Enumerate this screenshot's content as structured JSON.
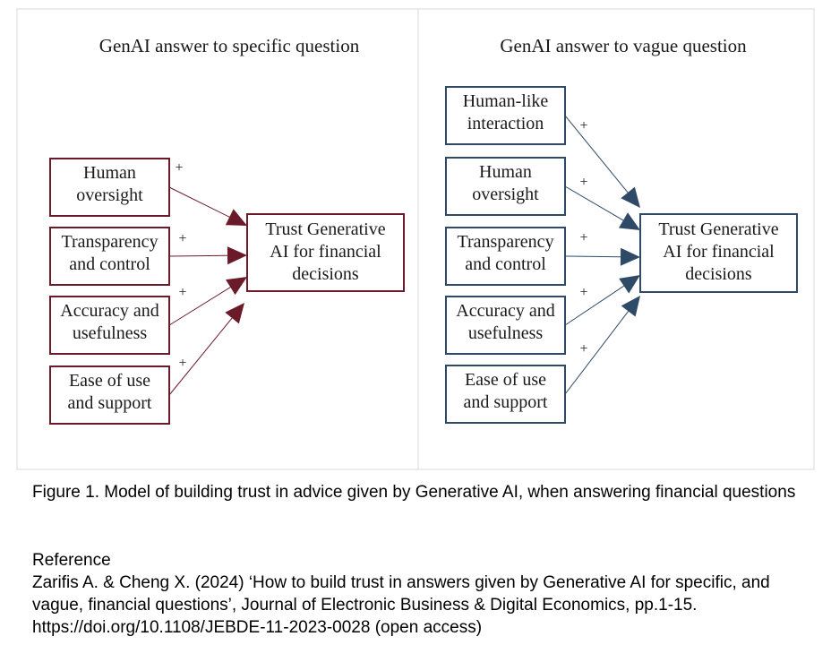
{
  "panels": [
    {
      "title": "GenAI answer to specific question",
      "color": "#6b1a2a",
      "factors": [
        {
          "lines": [
            "Human",
            "oversight"
          ],
          "sign": "+"
        },
        {
          "lines": [
            "Transparency",
            "and control"
          ],
          "sign": "+"
        },
        {
          "lines": [
            "Accuracy and",
            "usefulness"
          ],
          "sign": "+"
        },
        {
          "lines": [
            "Ease of use",
            "and support"
          ],
          "sign": "+"
        }
      ],
      "outcome": [
        "Trust Generative",
        "AI for financial",
        "decisions"
      ]
    },
    {
      "title": "GenAI answer to vague question",
      "color": "#2e4a66",
      "factors": [
        {
          "lines": [
            "Human-like",
            "interaction"
          ],
          "sign": "+"
        },
        {
          "lines": [
            "Human",
            "oversight"
          ],
          "sign": "+"
        },
        {
          "lines": [
            "Transparency",
            "and control"
          ],
          "sign": "+"
        },
        {
          "lines": [
            "Accuracy and",
            "usefulness"
          ],
          "sign": "+"
        },
        {
          "lines": [
            "Ease of use",
            "and support"
          ],
          "sign": "+"
        }
      ],
      "outcome": [
        "Trust Generative",
        "AI for financial",
        "decisions"
      ]
    }
  ],
  "caption": "Figure 1. Model of building trust in advice given by Generative AI, when answering financial questions",
  "reference_label": "Reference",
  "reference_text": "Zarifis A. & Cheng X. (2024) ‘How to build trust in answers given by Generative AI for specific, and vague, financial questions’, Journal of Electronic Business & Digital Economics, pp.1-15. https://doi.org/10.1108/JEBDE-11-2023-0028 (open access)"
}
